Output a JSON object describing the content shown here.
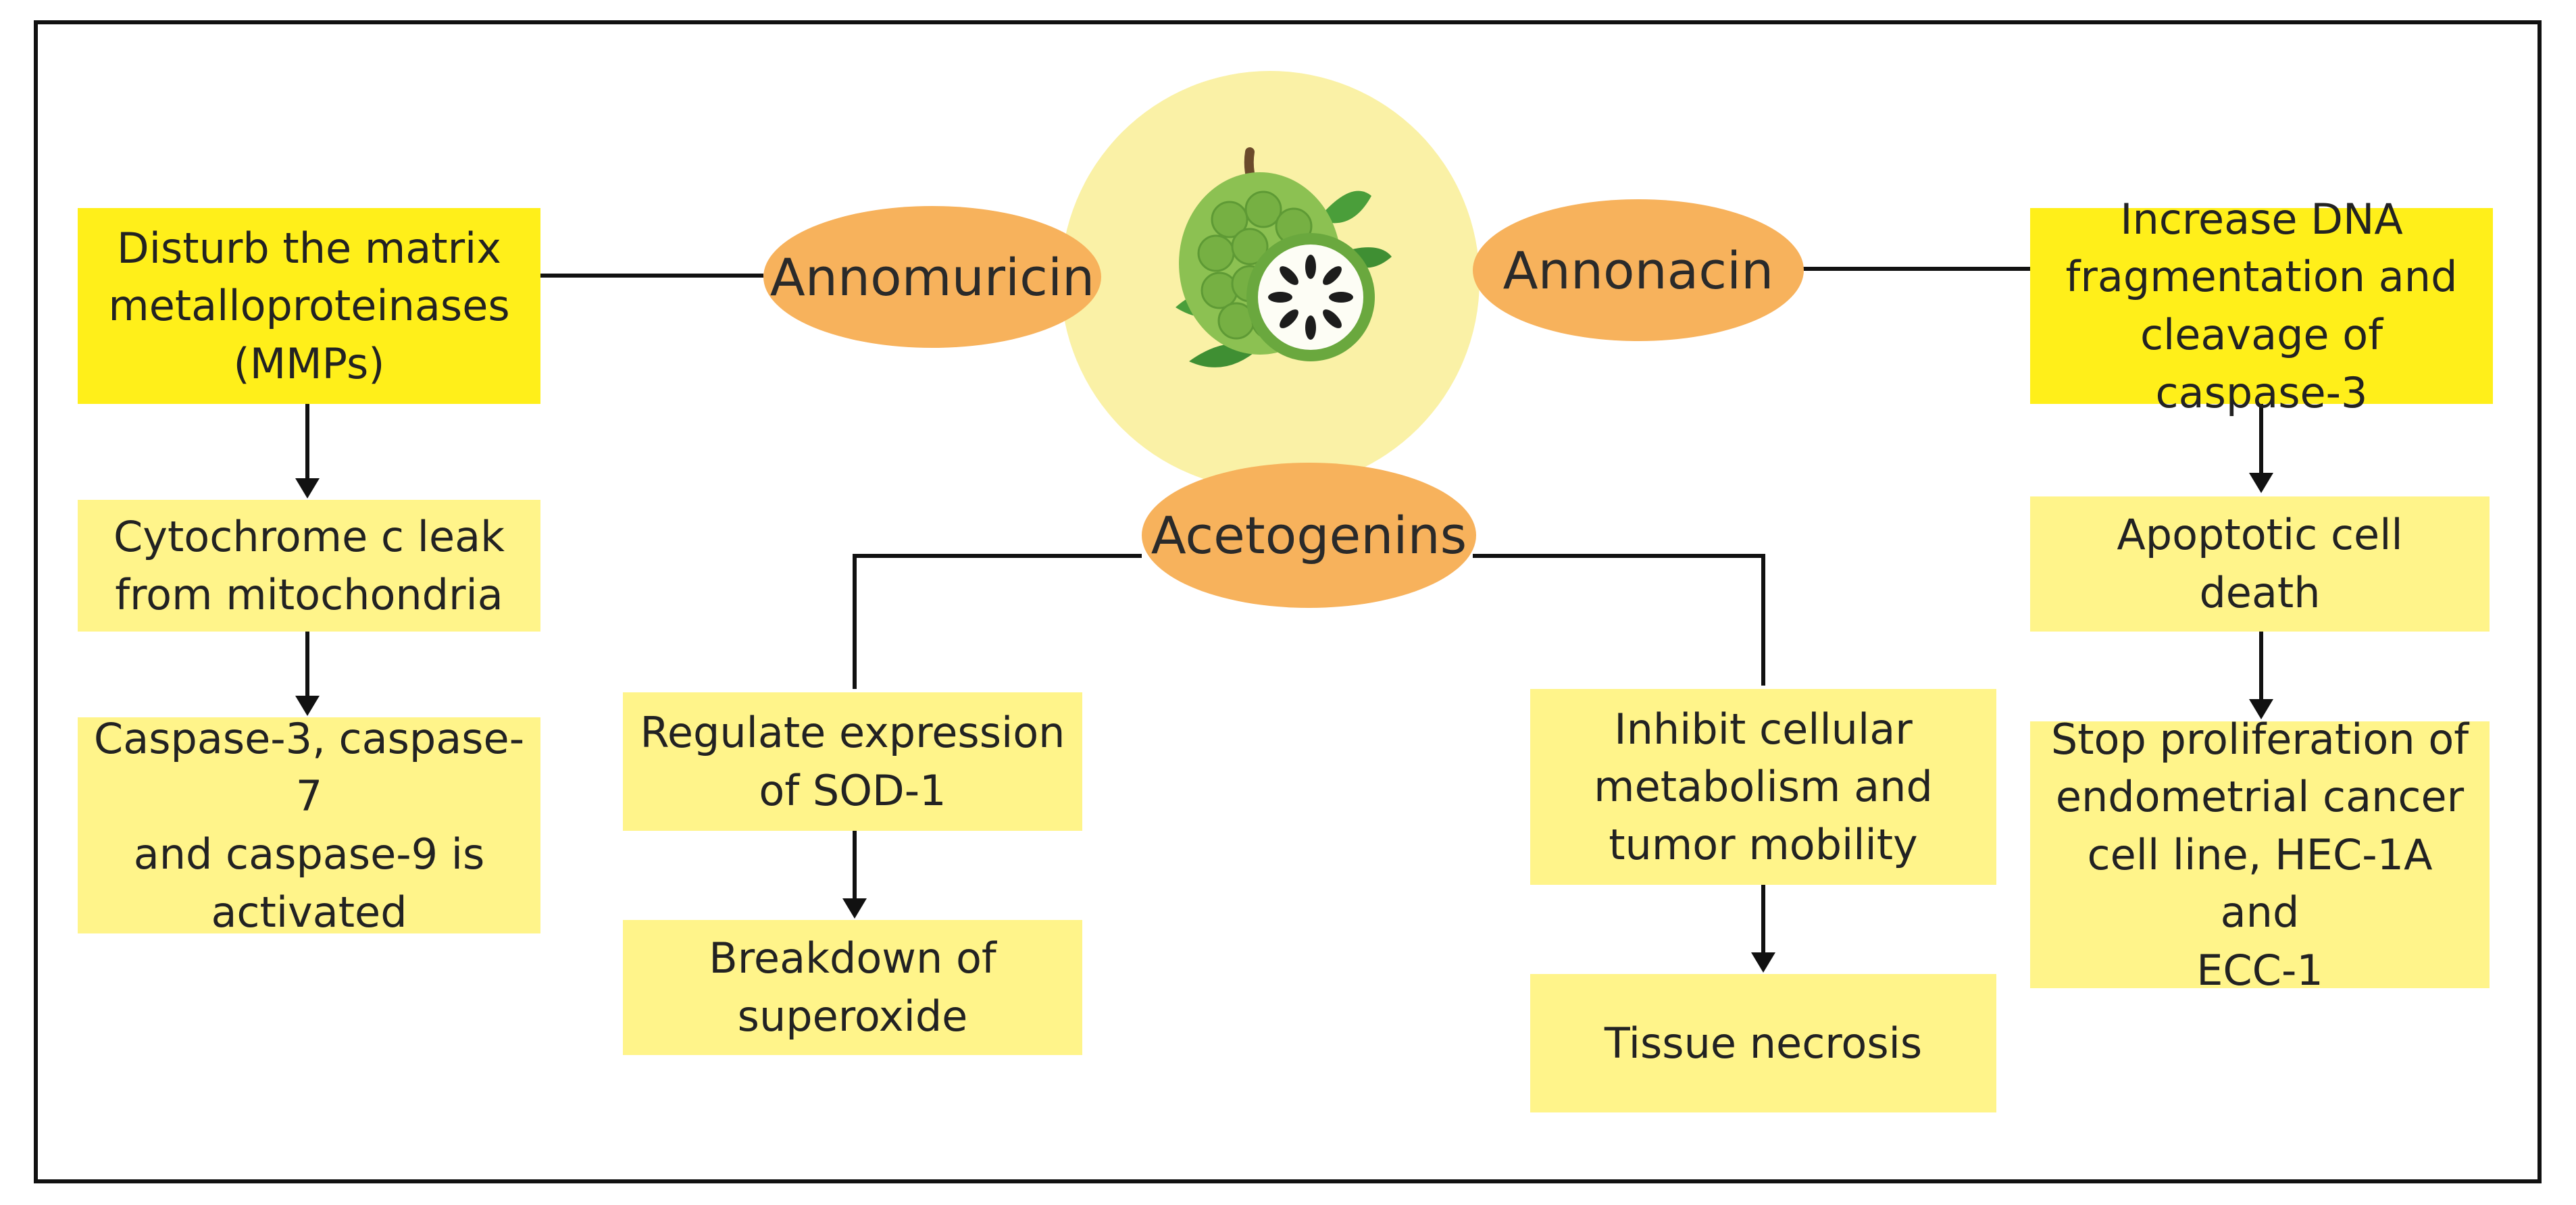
{
  "compounds": {
    "annomuricin": "Annomuricin",
    "annonacin": "Annonacin",
    "acetogenins": "Acetogenins"
  },
  "annomuricin_path": [
    "Disturb the matrix\nmetalloproteinases\n(MMPs)",
    "Cytochrome c leak\nfrom mitochondria",
    "Caspase-3, caspase-7\nand caspase-9 is\nactivated"
  ],
  "annonacin_path": [
    "Increase DNA\nfragmentation and\ncleavage of caspase-3",
    "Apoptotic cell\ndeath",
    "Stop proliferation of\nendometrial cancer\ncell line, HEC-1A and\nECC-1"
  ],
  "acetogenins_left_path": [
    "Regulate expression\nof SOD-1",
    "Breakdown of\nsuperoxide"
  ],
  "acetogenins_right_path": [
    "Inhibit cellular\nmetabolism and\ntumor mobility",
    "Tissue necrosis"
  ],
  "colors": {
    "box_bright": "#ffef1a",
    "box_pale": "#fff48a",
    "oval": "#f7b25c",
    "halo": "#faf1a6",
    "line": "#111111"
  },
  "central_image": "soursop-fruit-icon"
}
